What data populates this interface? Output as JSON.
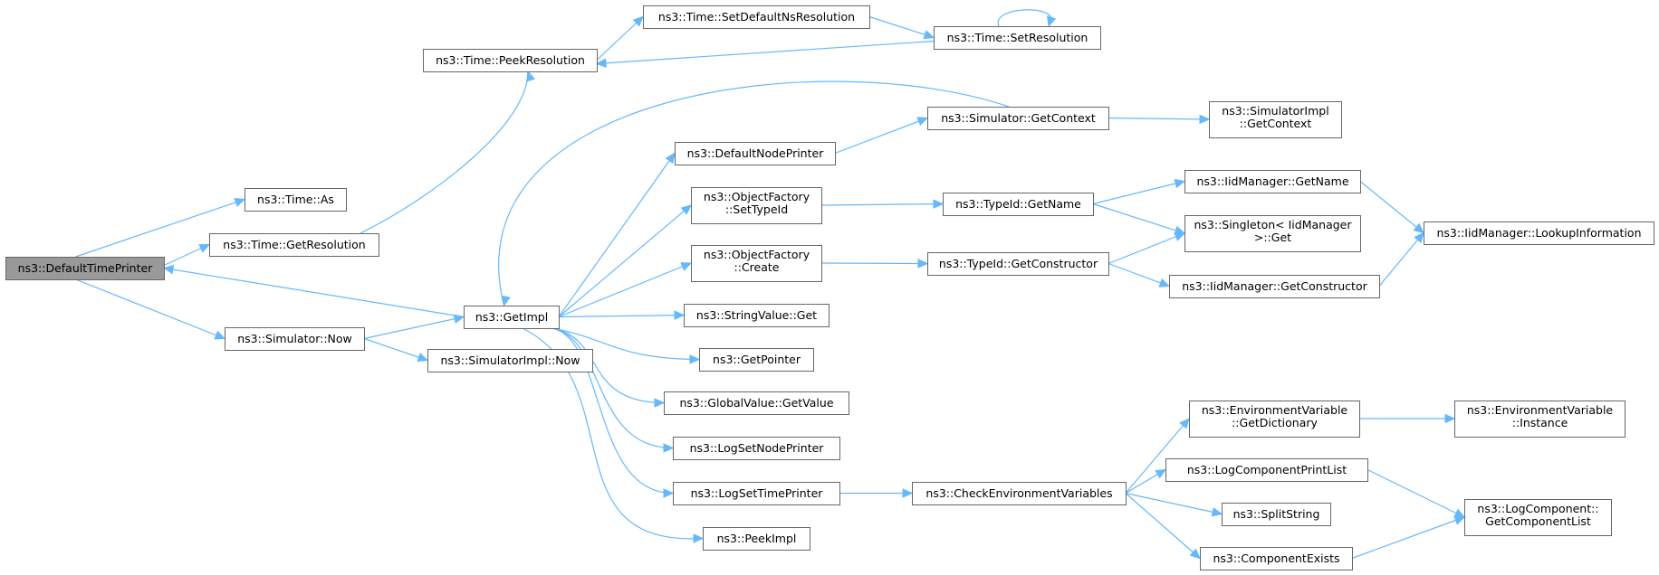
{
  "nodes": [
    {
      "id": "default_time_printer",
      "lines": [
        "ns3::DefaultTimePrinter"
      ],
      "root": true
    },
    {
      "id": "time_as",
      "lines": [
        "ns3::Time::As"
      ]
    },
    {
      "id": "time_get_resolution",
      "lines": [
        "ns3::Time::GetResolution"
      ]
    },
    {
      "id": "time_peek_resolution",
      "lines": [
        "ns3::Time::PeekResolution"
      ]
    },
    {
      "id": "time_set_default_ns_resolution",
      "lines": [
        "ns3::Time::SetDefaultNsResolution"
      ]
    },
    {
      "id": "time_set_resolution",
      "lines": [
        "ns3::Time::SetResolution"
      ]
    },
    {
      "id": "simulator_now",
      "lines": [
        "ns3::Simulator::Now"
      ]
    },
    {
      "id": "get_impl",
      "lines": [
        "ns3::GetImpl"
      ]
    },
    {
      "id": "simulator_impl_now",
      "lines": [
        "ns3::SimulatorImpl::Now"
      ]
    },
    {
      "id": "default_node_printer",
      "lines": [
        "ns3::DefaultNodePrinter"
      ]
    },
    {
      "id": "object_factory_set_type_id",
      "lines": [
        "ns3::ObjectFactory",
        "::SetTypeId"
      ]
    },
    {
      "id": "object_factory_create",
      "lines": [
        "ns3::ObjectFactory",
        "::Create"
      ]
    },
    {
      "id": "string_value_get",
      "lines": [
        "ns3::StringValue::Get"
      ]
    },
    {
      "id": "get_pointer",
      "lines": [
        "ns3::GetPointer"
      ]
    },
    {
      "id": "global_value_get_value",
      "lines": [
        "ns3::GlobalValue::GetValue"
      ]
    },
    {
      "id": "log_set_node_printer",
      "lines": [
        "ns3::LogSetNodePrinter"
      ]
    },
    {
      "id": "log_set_time_printer",
      "lines": [
        "ns3::LogSetTimePrinter"
      ]
    },
    {
      "id": "peek_impl",
      "lines": [
        "ns3::PeekImpl"
      ]
    },
    {
      "id": "simulator_get_context",
      "lines": [
        "ns3::Simulator::GetContext"
      ]
    },
    {
      "id": "simulator_impl_get_context",
      "lines": [
        "ns3::SimulatorImpl",
        "::GetContext"
      ]
    },
    {
      "id": "type_id_get_name",
      "lines": [
        "ns3::TypeId::GetName"
      ]
    },
    {
      "id": "type_id_get_constructor",
      "lines": [
        "ns3::TypeId::GetConstructor"
      ]
    },
    {
      "id": "iid_manager_get_name",
      "lines": [
        "ns3::IidManager::GetName"
      ]
    },
    {
      "id": "singleton_get",
      "lines": [
        "ns3::Singleton< IidManager",
        ">::Get"
      ]
    },
    {
      "id": "iid_manager_get_constructor",
      "lines": [
        "ns3::IidManager::GetConstructor"
      ]
    },
    {
      "id": "iid_manager_lookup_information",
      "lines": [
        "ns3::IidManager::LookupInformation"
      ]
    },
    {
      "id": "check_environment_variables",
      "lines": [
        "ns3::CheckEnvironmentVariables"
      ]
    },
    {
      "id": "environment_variable_get_dictionary",
      "lines": [
        "ns3::EnvironmentVariable",
        "::GetDictionary"
      ]
    },
    {
      "id": "environment_variable_instance",
      "lines": [
        "ns3::EnvironmentVariable",
        "::Instance"
      ]
    },
    {
      "id": "log_component_print_list",
      "lines": [
        "ns3::LogComponentPrintList"
      ]
    },
    {
      "id": "split_string",
      "lines": [
        "ns3::SplitString"
      ]
    },
    {
      "id": "component_exists",
      "lines": [
        "ns3::ComponentExists"
      ]
    },
    {
      "id": "log_component_get_component_list",
      "lines": [
        "ns3::LogComponent::",
        "GetComponentList"
      ]
    }
  ],
  "edges": [
    [
      "default_time_printer",
      "time_as"
    ],
    [
      "default_time_printer",
      "time_get_resolution"
    ],
    [
      "default_time_printer",
      "simulator_now"
    ],
    [
      "time_get_resolution",
      "time_peek_resolution"
    ],
    [
      "time_peek_resolution",
      "time_set_default_ns_resolution"
    ],
    [
      "time_set_default_ns_resolution",
      "time_set_resolution"
    ],
    [
      "time_set_resolution",
      "time_peek_resolution"
    ],
    [
      "time_set_resolution",
      "time_set_resolution"
    ],
    [
      "simulator_now",
      "get_impl"
    ],
    [
      "simulator_now",
      "simulator_impl_now"
    ],
    [
      "get_impl",
      "default_time_printer"
    ],
    [
      "get_impl",
      "simulator_get_context"
    ],
    [
      "get_impl",
      "default_node_printer"
    ],
    [
      "get_impl",
      "object_factory_set_type_id"
    ],
    [
      "get_impl",
      "object_factory_create"
    ],
    [
      "get_impl",
      "string_value_get"
    ],
    [
      "get_impl",
      "get_pointer"
    ],
    [
      "get_impl",
      "global_value_get_value"
    ],
    [
      "get_impl",
      "log_set_node_printer"
    ],
    [
      "get_impl",
      "log_set_time_printer"
    ],
    [
      "get_impl",
      "peek_impl"
    ],
    [
      "default_node_printer",
      "simulator_get_context"
    ],
    [
      "simulator_get_context",
      "simulator_impl_get_context"
    ],
    [
      "object_factory_set_type_id",
      "type_id_get_name"
    ],
    [
      "object_factory_create",
      "type_id_get_constructor"
    ],
    [
      "type_id_get_name",
      "iid_manager_get_name"
    ],
    [
      "type_id_get_name",
      "singleton_get"
    ],
    [
      "type_id_get_constructor",
      "singleton_get"
    ],
    [
      "type_id_get_constructor",
      "iid_manager_get_constructor"
    ],
    [
      "iid_manager_get_name",
      "iid_manager_lookup_information"
    ],
    [
      "iid_manager_get_constructor",
      "iid_manager_lookup_information"
    ],
    [
      "log_set_time_printer",
      "check_environment_variables"
    ],
    [
      "check_environment_variables",
      "environment_variable_get_dictionary"
    ],
    [
      "check_environment_variables",
      "log_component_print_list"
    ],
    [
      "check_environment_variables",
      "split_string"
    ],
    [
      "check_environment_variables",
      "component_exists"
    ],
    [
      "environment_variable_get_dictionary",
      "environment_variable_instance"
    ],
    [
      "log_component_print_list",
      "log_component_get_component_list"
    ],
    [
      "component_exists",
      "log_component_get_component_list"
    ]
  ],
  "colors": {
    "edge": "#63b8ff",
    "root_fill": "#999999",
    "node_border": "#666666"
  }
}
